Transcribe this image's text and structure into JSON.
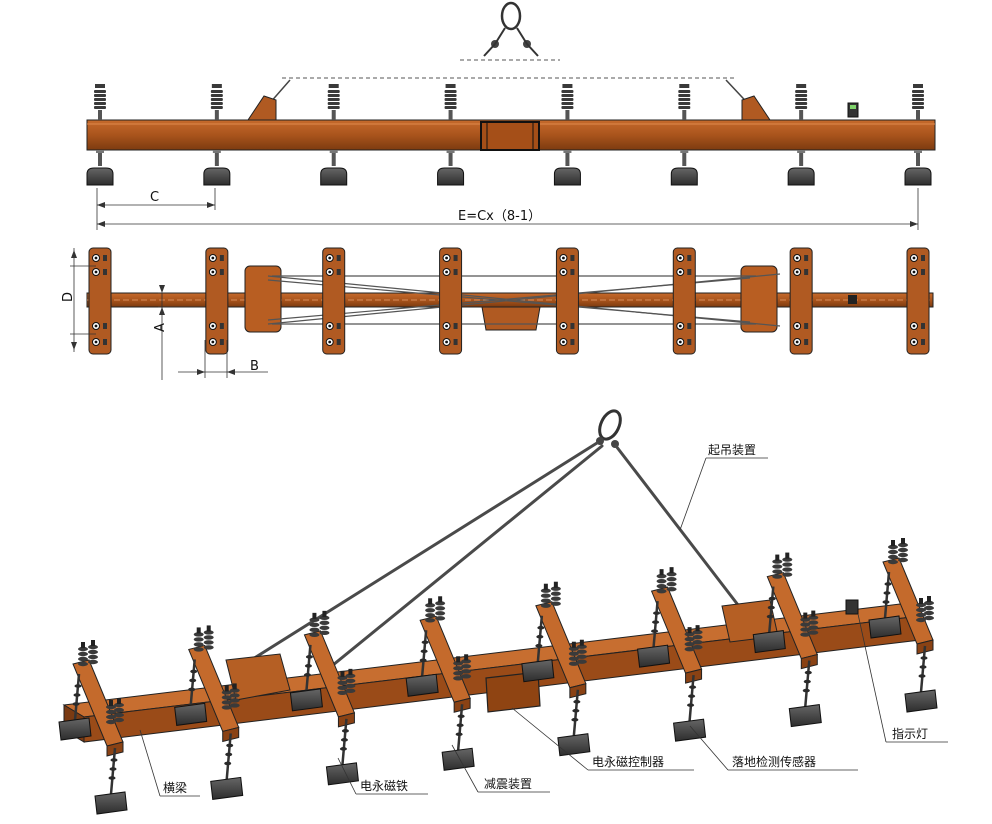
{
  "dimensions": {
    "c": "C",
    "e": "E=Cx（8-1）",
    "d": "D",
    "a": "A",
    "b": "B"
  },
  "callouts": {
    "lifting_device": "起吊装置",
    "indicator_light": "指示灯",
    "beam": "横梁",
    "electro_permanent_magnet": "电永磁铁",
    "damping_device": "减震装置",
    "magnet_controller": "电永磁控制器",
    "landing_sensor": "落地检测传感器"
  },
  "colors": {
    "beam": "#b05a22",
    "beam_dark": "#7a3a12",
    "magnet_pad": "#4a4a4a",
    "spring": "#3a3a3a",
    "outline": "#222222"
  },
  "magnet_count": 8
}
